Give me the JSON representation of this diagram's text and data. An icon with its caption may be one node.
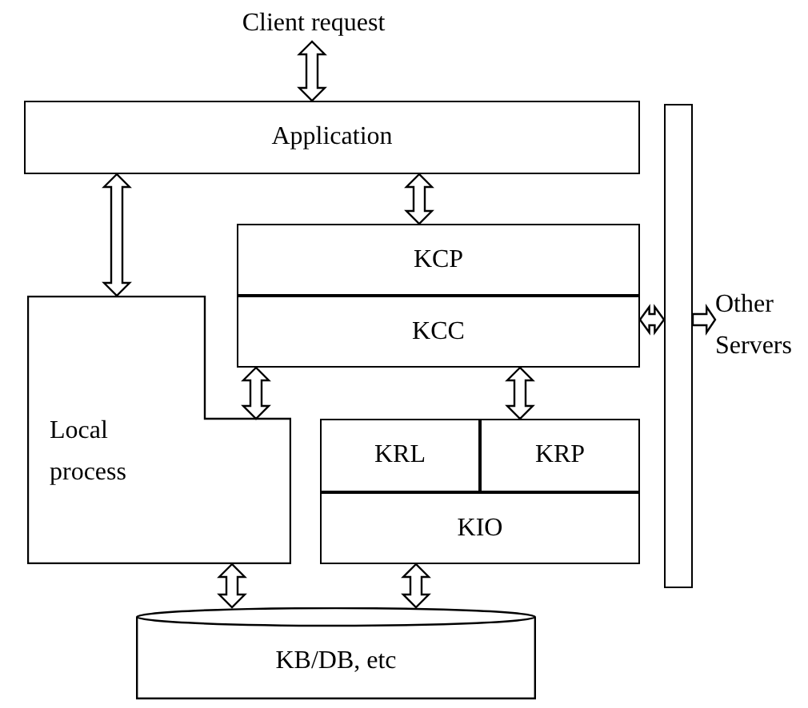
{
  "diagram": {
    "nodes": [
      {
        "text": [
          "Client request"
        ]
      },
      {
        "text": [
          "Application"
        ]
      },
      {
        "text": [
          "Local process"
        ]
      },
      {
        "text": [
          "KCP"
        ]
      },
      {
        "text": [
          "KCC"
        ]
      },
      {
        "text": [
          "KRL"
        ]
      },
      {
        "text": [
          "KRP"
        ]
      },
      {
        "text": [
          "KIO"
        ]
      },
      {
        "text": [
          "KB/DB, etc"
        ]
      },
      {
        "text": [],
        "shape": "bar"
      },
      {
        "text": [
          "Other Servers"
        ]
      }
    ],
    "edges": [
      {
        "from": 0,
        "to": 1,
        "arrow": "both"
      },
      {
        "from": 1,
        "to": 2,
        "arrow": "both"
      },
      {
        "from": 1,
        "to": 3,
        "arrow": "both"
      },
      {
        "from": 4,
        "to": 2,
        "arrow": "both"
      },
      {
        "from": 4,
        "to": 6,
        "arrow": "both"
      },
      {
        "from": 4,
        "to": 9,
        "arrow": "both"
      },
      {
        "from": 9,
        "to": 10,
        "arrow": "to"
      },
      {
        "from": 2,
        "to": 8,
        "arrow": "both"
      },
      {
        "from": 7,
        "to": 8,
        "arrow": "both"
      }
    ]
  }
}
